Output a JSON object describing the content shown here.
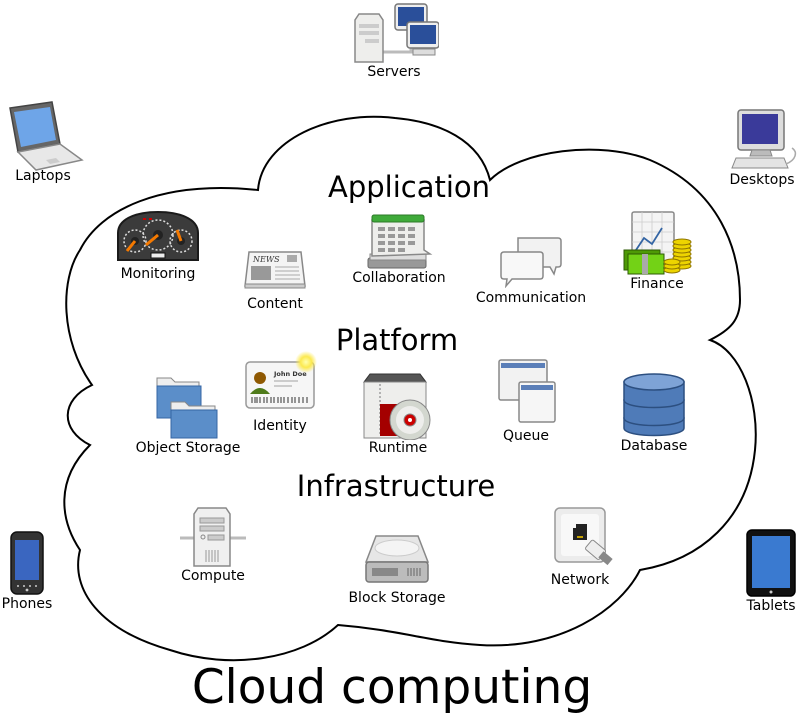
{
  "diagram": {
    "title": "Cloud computing",
    "layers": [
      {
        "id": "application",
        "label": "Application"
      },
      {
        "id": "platform",
        "label": "Platform"
      },
      {
        "id": "infrastructure",
        "label": "Infrastructure"
      }
    ],
    "cloud_services": {
      "application": [
        {
          "label": "Monitoring",
          "icon": "dashboard-gauge-icon"
        },
        {
          "label": "Content",
          "icon": "newspaper-icon",
          "icon_text": "NEWS"
        },
        {
          "label": "Collaboration",
          "icon": "calendar-icon"
        },
        {
          "label": "Communication",
          "icon": "speech-bubbles-icon"
        },
        {
          "label": "Finance",
          "icon": "money-chart-icon"
        }
      ],
      "platform": [
        {
          "label": "Object Storage",
          "icon": "folders-icon"
        },
        {
          "label": "Identity",
          "icon": "id-card-icon",
          "icon_text": "John Doe"
        },
        {
          "label": "Runtime",
          "icon": "software-package-disc-icon"
        },
        {
          "label": "Queue",
          "icon": "stacked-windows-icon"
        },
        {
          "label": "Database",
          "icon": "database-cylinder-icon"
        }
      ],
      "infrastructure": [
        {
          "label": "Compute",
          "icon": "server-tower-icon"
        },
        {
          "label": "Block Storage",
          "icon": "hard-drive-icon"
        },
        {
          "label": "Network",
          "icon": "network-jack-icon"
        }
      ]
    },
    "client_devices": [
      {
        "label": "Servers",
        "icon": "servers-icon"
      },
      {
        "label": "Laptops",
        "icon": "laptop-icon"
      },
      {
        "label": "Desktops",
        "icon": "desktop-icon"
      },
      {
        "label": "Phones",
        "icon": "phone-icon"
      },
      {
        "label": "Tablets",
        "icon": "tablet-icon"
      }
    ]
  }
}
